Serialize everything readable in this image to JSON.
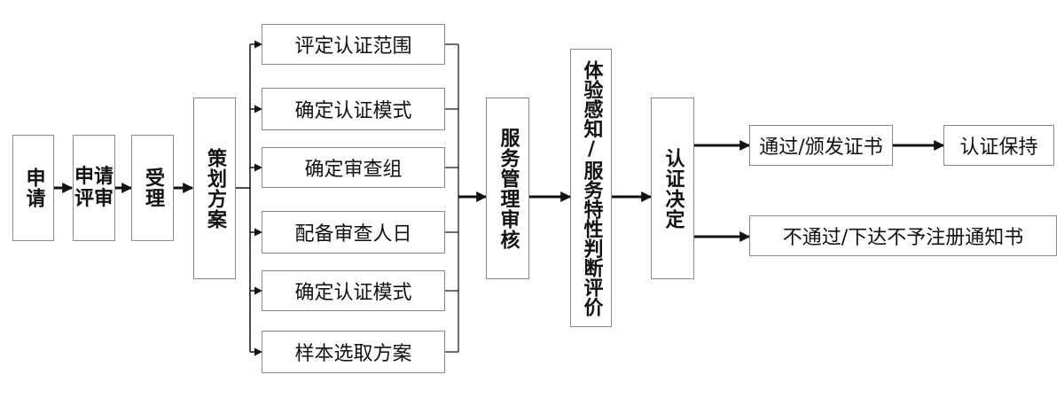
{
  "steps": {
    "apply": "申请",
    "review_line1": "申请",
    "review_line2": "评审",
    "accept": "受理",
    "plan": "策划方案",
    "service_review": "服务管理审核",
    "experience": "体验感知/服务特性判断评价",
    "decision": "认证决定"
  },
  "plan_items": [
    "评定认证范围",
    "确定认证模式",
    "确定审查组",
    "配备审查人日",
    "确定认证模式",
    "样本选取方案"
  ],
  "outcomes": {
    "pass": "通过/颁发证书",
    "maintain": "认证保持",
    "fail": "不通过/下达不予注册通知书"
  },
  "colors": {
    "line": "#111111",
    "box_border": "#8a8a8a"
  }
}
